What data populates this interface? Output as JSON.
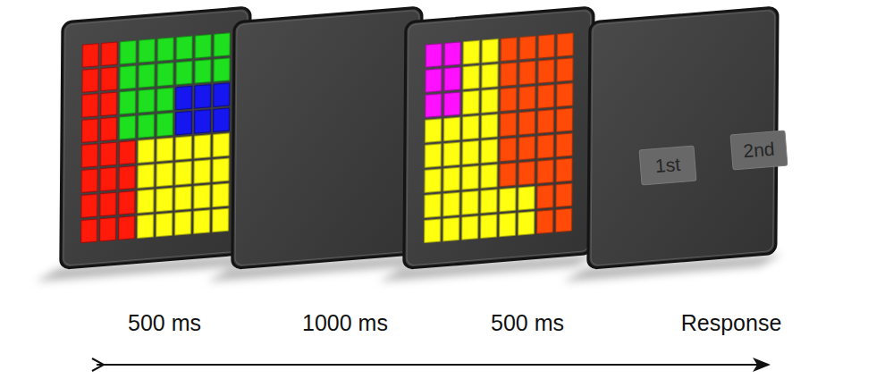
{
  "diagram": {
    "nodes": [
      {
        "text": [
          "1st"
        ]
      },
      {
        "text": [
          "2nd"
        ]
      }
    ],
    "labels": [
      "500 ms",
      "1000 ms",
      "500 ms",
      "Response"
    ]
  }
}
